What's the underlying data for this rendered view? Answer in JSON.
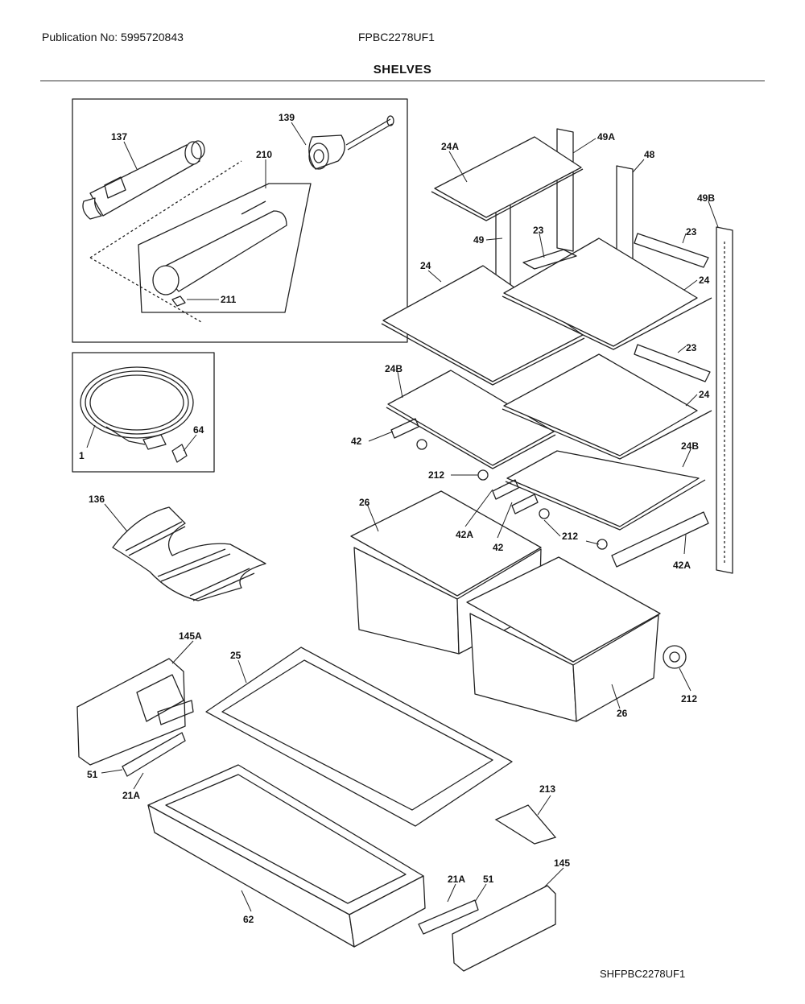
{
  "header": {
    "publication": "Publication No: 5995720843",
    "model": "FPBC2278UF1",
    "section_title": "SHELVES"
  },
  "footer": {
    "diagram_code": "SHFPBC2278UF1"
  },
  "parts": {
    "p137": "137",
    "p139": "139",
    "p210": "210",
    "p211": "211",
    "p1": "1",
    "p64": "64",
    "p136": "136",
    "p24A": "24A",
    "p49A": "49A",
    "p48": "48",
    "p49B": "49B",
    "p49": "49",
    "p23a": "23",
    "p23b": "23",
    "p23c": "23",
    "p24a": "24",
    "p24b": "24",
    "p24c": "24",
    "p24Ba": "24B",
    "p24Bb": "24B",
    "p42a": "42",
    "p42b": "42",
    "p42Aa": "42A",
    "p42Ab": "42A",
    "p212a": "212",
    "p212b": "212",
    "p212c": "212",
    "p26a": "26",
    "p26b": "26",
    "p145A": "145A",
    "p25": "25",
    "p51a": "51",
    "p51b": "51",
    "p21Aa": "21A",
    "p21Ab": "21A",
    "p213": "213",
    "p145": "145",
    "p62": "62"
  }
}
